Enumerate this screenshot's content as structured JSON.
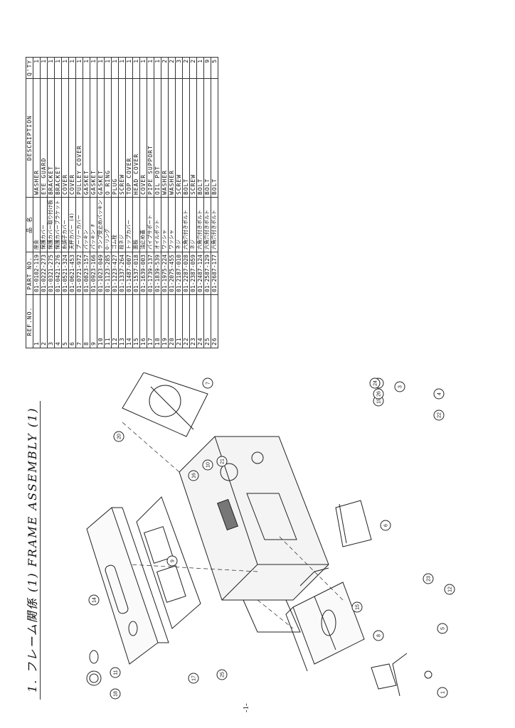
{
  "title": "1. フレーム関係 (1)  FRAME ASSEMBLY (1)",
  "page_number": "-1-",
  "table": {
    "headers": [
      "REF.NO.",
      "PART NO.",
      "品 名",
      "DESCRIPTION",
      "Q'TY"
    ],
    "rows": [
      [
        "1",
        "01-0102-119",
        "座金",
        "WASHER",
        "1"
      ],
      [
        "2",
        "01-0222-273",
        "保護カバー",
        "EYE GUARD",
        "1"
      ],
      [
        "3",
        "01-0321-275",
        "保護カバー取り付け板",
        "BRACKET",
        "1"
      ],
      [
        "4",
        "01-0421-276",
        "保護カバーブラケット",
        "BRACKET",
        "1"
      ],
      [
        "5",
        "01-0521-324",
        "糸調子カバー",
        "COVER",
        "1"
      ],
      [
        "6",
        "01-0621-453",
        "天秤カバー (4)",
        "COVER",
        "1"
      ],
      [
        "7",
        "01-0721-972",
        "プーリーカバー",
        "PULLEY COVER",
        "1"
      ],
      [
        "8",
        "01-0823-157",
        "パッキン",
        "GASKET",
        "1"
      ],
      [
        "9",
        "01-0923-166",
        "パッキン F",
        "GASKET",
        "1"
      ],
      [
        "10",
        "01-1023-049",
        "ランプ受止めパッキン",
        "GASKET",
        "1"
      ],
      [
        "11",
        "01-1123-285",
        "O-リング",
        "O RING",
        "1"
      ],
      [
        "12",
        "01-1223-427",
        "ゴム栓",
        "PLUG",
        "1"
      ],
      [
        "13",
        "01-1337-264",
        "段ネジ",
        "SCREW",
        "1"
      ],
      [
        "14",
        "01-1487-007",
        "トップカバー",
        "TOP COVER",
        "1"
      ],
      [
        "15",
        "01-1537-018",
        "面板",
        "HEAD COVER",
        "1"
      ],
      [
        "16",
        "01-1639-003",
        "油止め蓋",
        "COVER",
        "1"
      ],
      [
        "17",
        "01-1739-137",
        "パイプサポート",
        "PIPE SUPPORT",
        "1"
      ],
      [
        "18",
        "01-1839-539",
        "オイルポット",
        "OIL POT",
        "1"
      ],
      [
        "19",
        "01-1975-224",
        "ワッシャ",
        "WASHER",
        "2"
      ],
      [
        "20",
        "01-2075-455",
        "ワッシャ",
        "WASHER",
        "2"
      ],
      [
        "21",
        "01-2187-010",
        "ネジ",
        "SCREW",
        "3"
      ],
      [
        "22",
        "01-2287-028",
        "六角穴付きボルト",
        "BOLT",
        "2"
      ],
      [
        "23",
        "01-2387-059",
        "ネジ",
        "SCREW",
        "2"
      ],
      [
        "24",
        "01-2487-124",
        "六角穴付きボルト",
        "BOLT",
        "1"
      ],
      [
        "25",
        "01-2587-129",
        "六角穴付きボルト",
        "BOLT",
        "9"
      ],
      [
        "26",
        "01-2687-177",
        "六角穴付きボルト",
        "BOLT",
        "5"
      ]
    ]
  },
  "callouts": [
    "1",
    "2",
    "3",
    "4",
    "5",
    "6",
    "7",
    "8",
    "9",
    "10",
    "11",
    "12",
    "14",
    "15",
    "16",
    "17",
    "18",
    "19",
    "20",
    "21",
    "22",
    "23",
    "24",
    "25",
    "26"
  ]
}
